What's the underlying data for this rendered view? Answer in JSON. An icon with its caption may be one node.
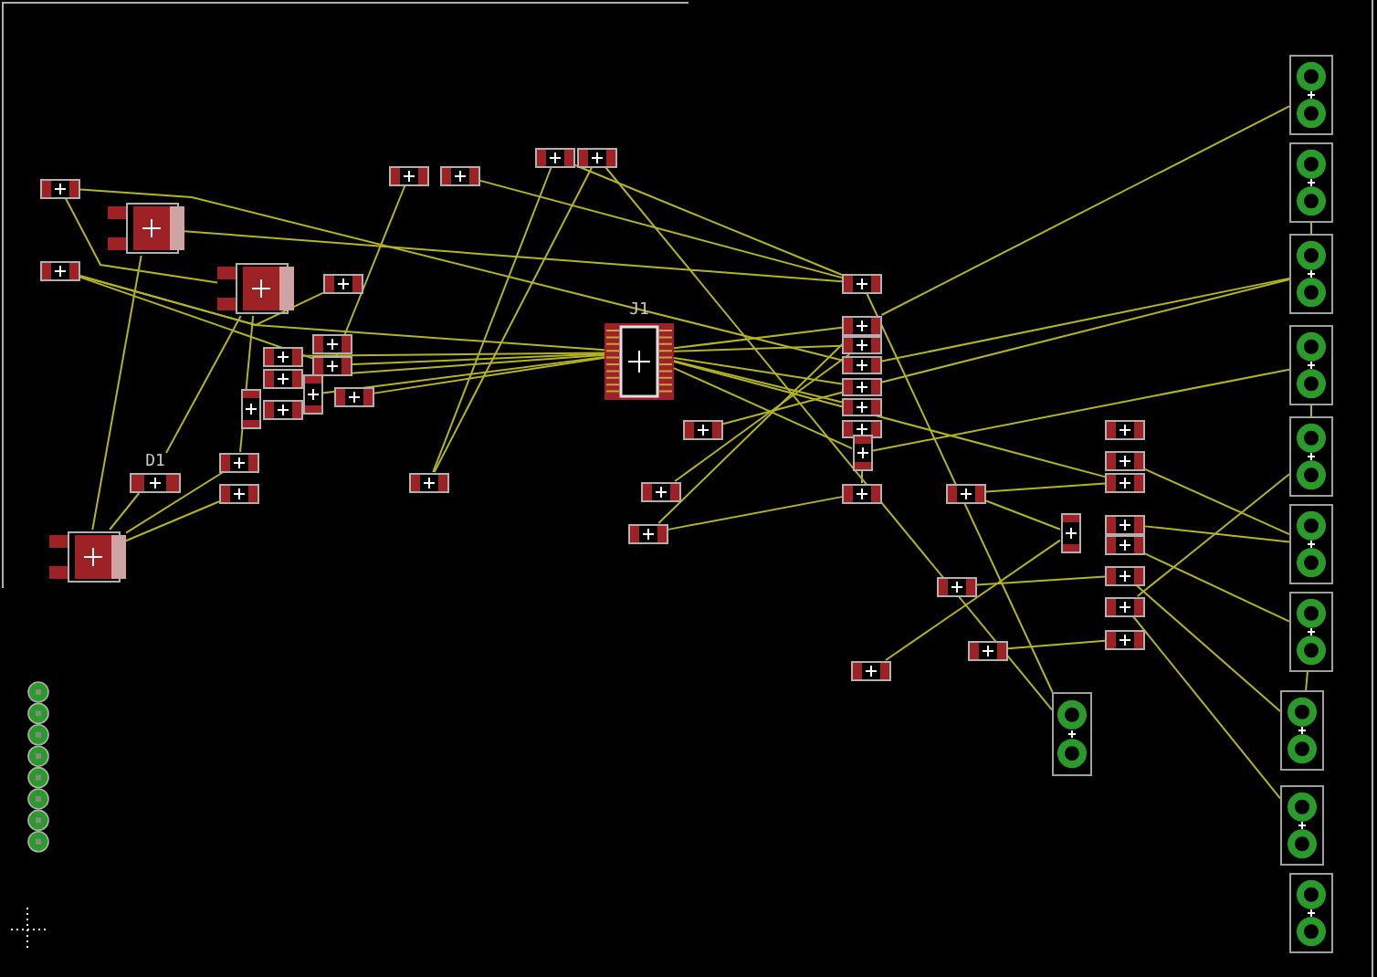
{
  "diagram": {
    "nodes": [
      {
        "text": [],
        "shape": "box"
      },
      {
        "text": [],
        "shape": "box"
      },
      {
        "text": [],
        "shape": "box"
      },
      {
        "text": [],
        "shape": "box"
      },
      {
        "text": [],
        "shape": "box"
      },
      {
        "text": [],
        "shape": "box"
      },
      {
        "text": [],
        "shape": "box"
      },
      {
        "text": [],
        "shape": "box"
      },
      {
        "text": [],
        "shape": "box"
      },
      {
        "text": [],
        "shape": "box"
      },
      {
        "text": [],
        "shape": "box"
      },
      {
        "text": [],
        "shape": "box"
      },
      {
        "text": [],
        "shape": "box"
      },
      {
        "text": [],
        "shape": "box"
      },
      {
        "text": [],
        "shape": "box"
      },
      {
        "text": [],
        "shape": "box"
      },
      {
        "text": [],
        "shape": "box"
      },
      {
        "text": [
          "D1"
        ]
      },
      {
        "text": [],
        "shape": "box"
      },
      {
        "text": [],
        "shape": "box"
      },
      {
        "text": [],
        "shape": "box"
      },
      {
        "text": [],
        "shape": "box"
      },
      {
        "text": [
          "J1"
        ]
      },
      {
        "text": [],
        "shape": "box"
      },
      {
        "text": [],
        "shape": "box"
      },
      {
        "text": [],
        "shape": "box"
      },
      {
        "text": [],
        "shape": "box"
      },
      {
        "text": [],
        "shape": "box"
      },
      {
        "text": [],
        "shape": "box"
      },
      {
        "text": [],
        "shape": "box"
      },
      {
        "text": [],
        "shape": "box"
      },
      {
        "text": [],
        "shape": "box"
      },
      {
        "text": [],
        "shape": "box"
      },
      {
        "text": [],
        "shape": "box"
      },
      {
        "text": [],
        "shape": "box"
      },
      {
        "text": [],
        "shape": "box"
      },
      {
        "text": [],
        "shape": "box"
      },
      {
        "text": [],
        "shape": "box"
      },
      {
        "text": [],
        "shape": "box"
      },
      {
        "text": [],
        "shape": "box"
      },
      {
        "text": [],
        "shape": "box"
      },
      {
        "text": [],
        "shape": "box"
      },
      {
        "text": [],
        "shape": "box"
      },
      {
        "text": [],
        "shape": "box"
      },
      {
        "text": [],
        "shape": "box"
      },
      {
        "text": [],
        "shape": "box"
      },
      {
        "text": [],
        "shape": "box"
      },
      {
        "text": [],
        "shape": "box"
      },
      {
        "text": [],
        "shape": "box"
      },
      {
        "text": [],
        "shape": "box"
      },
      {
        "text": [],
        "shape": "box"
      },
      {
        "text": [],
        "shape": "box"
      },
      {
        "text": [],
        "shape": "box"
      },
      {
        "text": [],
        "shape": "box"
      },
      {
        "text": [],
        "shape": "box"
      },
      {
        "text": [],
        "shape": "box"
      },
      {
        "text": [],
        "shape": "box"
      },
      {
        "text": [],
        "shape": "box"
      },
      {
        "text": [],
        "shape": "box"
      }
    ],
    "edges": [
      {
        "from": 0,
        "to": 3,
        "arrow": "none"
      },
      {
        "from": 0,
        "to": 29,
        "arrow": "none"
      },
      {
        "from": 1,
        "to": 26,
        "arrow": "none"
      },
      {
        "from": 1,
        "to": 20,
        "arrow": "none"
      },
      {
        "from": 2,
        "to": 4,
        "arrow": "none"
      },
      {
        "from": 2,
        "to": 22,
        "arrow": "none"
      },
      {
        "from": 2,
        "to": 12,
        "arrow": "none"
      },
      {
        "from": 3,
        "to": 17,
        "arrow": "none"
      },
      {
        "from": 3,
        "to": 18,
        "arrow": "none"
      },
      {
        "from": 5,
        "to": 12,
        "arrow": "none"
      },
      {
        "from": 6,
        "to": 26,
        "arrow": "none"
      },
      {
        "from": 7,
        "to": 21,
        "arrow": "none"
      },
      {
        "from": 8,
        "to": 21,
        "arrow": "none"
      },
      {
        "from": 8,
        "to": 48,
        "arrow": "none"
      },
      {
        "from": 7,
        "to": 26,
        "arrow": "none"
      },
      {
        "from": 9,
        "to": 22,
        "arrow": "none"
      },
      {
        "from": 10,
        "to": 22,
        "arrow": "none"
      },
      {
        "from": 12,
        "to": 22,
        "arrow": "none"
      },
      {
        "from": 15,
        "to": 22,
        "arrow": "none"
      },
      {
        "from": 16,
        "to": 22,
        "arrow": "none"
      },
      {
        "from": 17,
        "to": 20,
        "arrow": "none"
      },
      {
        "from": 18,
        "to": 20,
        "arrow": "none"
      },
      {
        "from": 19,
        "to": 20,
        "arrow": "none"
      },
      {
        "from": 22,
        "to": 27,
        "arrow": "none"
      },
      {
        "from": 22,
        "to": 28,
        "arrow": "none"
      },
      {
        "from": 22,
        "to": 30,
        "arrow": "none"
      },
      {
        "from": 22,
        "to": 31,
        "arrow": "none"
      },
      {
        "from": 22,
        "to": 33,
        "arrow": "none"
      },
      {
        "from": 36,
        "to": 39,
        "arrow": "none"
      },
      {
        "from": 22,
        "to": 42,
        "arrow": "none"
      },
      {
        "from": 23,
        "to": 30,
        "arrow": "none"
      },
      {
        "from": 24,
        "to": 28,
        "arrow": "none"
      },
      {
        "from": 25,
        "to": 27,
        "arrow": "none"
      },
      {
        "from": 25,
        "to": 34,
        "arrow": "none"
      },
      {
        "from": 26,
        "to": 48,
        "arrow": "none"
      },
      {
        "from": 27,
        "to": 49,
        "arrow": "none"
      },
      {
        "from": 29,
        "to": 51,
        "arrow": "none"
      },
      {
        "from": 30,
        "to": 51,
        "arrow": "none"
      },
      {
        "from": 33,
        "to": 52,
        "arrow": "none"
      },
      {
        "from": 35,
        "to": 39,
        "arrow": "none"
      },
      {
        "from": 46,
        "to": 53,
        "arrow": "none"
      },
      {
        "from": 36,
        "to": 42,
        "arrow": "none"
      },
      {
        "from": 37,
        "to": 45,
        "arrow": "none"
      },
      {
        "from": 38,
        "to": 47,
        "arrow": "none"
      },
      {
        "from": 41,
        "to": 54,
        "arrow": "none"
      },
      {
        "from": 43,
        "to": 54,
        "arrow": "none"
      },
      {
        "from": 44,
        "to": 55,
        "arrow": "none"
      },
      {
        "from": 45,
        "to": 56,
        "arrow": "none"
      },
      {
        "from": 46,
        "to": 57,
        "arrow": "none"
      },
      {
        "from": 50,
        "to": 51,
        "arrow": "none"
      },
      {
        "from": 52,
        "to": 53,
        "arrow": "none"
      },
      {
        "from": 55,
        "to": 56,
        "arrow": "none"
      },
      {
        "from": 33,
        "to": 34,
        "arrow": "none"
      }
    ]
  }
}
